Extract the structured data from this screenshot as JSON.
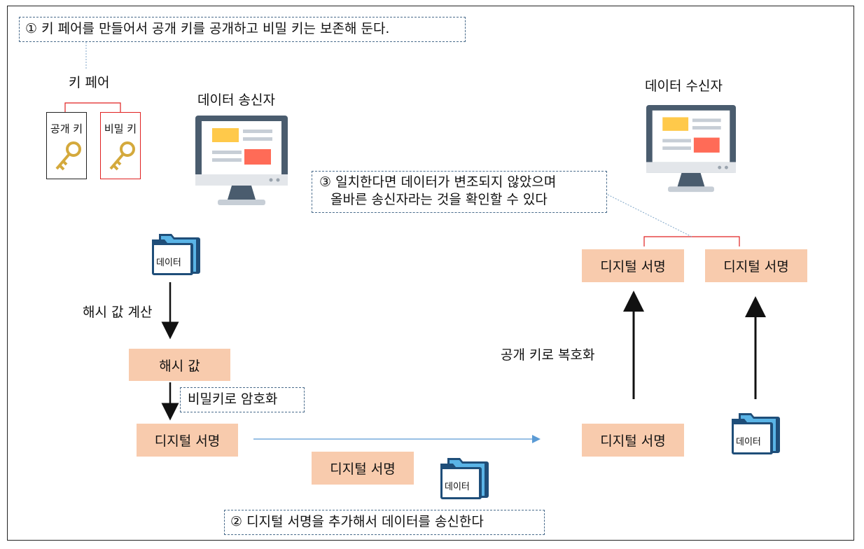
{
  "notes": {
    "step1": "① 키 페어를 만들어서 공개 키를 공개하고 비밀 키는 보존해 둔다.",
    "step2": "② 디지털 서명을 추가해서 데이터를 송신한다",
    "step3_line1": "③ 일치한다면 데이터가 변조되지 않았으며",
    "step3_line2": "올바른 송신자라는 것을 확인할 수 있다",
    "encrypt": "비밀키로 암호화"
  },
  "keypair": {
    "title": "키 페어",
    "public_key": "공개 키",
    "private_key": "비밀 키"
  },
  "sender": {
    "title": "데이터 송신자"
  },
  "receiver": {
    "title": "데이터 수신자"
  },
  "flow": {
    "data": "데이터",
    "hash_calc": "해시 값 계산",
    "hash_value": "해시 값",
    "digital_signature": "디지털 서명",
    "public_decrypt": "공개 키로 복호화"
  },
  "colors": {
    "peach": "#f8cbad",
    "note_border": "#4a6c8c",
    "key_gold": "#d4a93c",
    "private_red": "#e02020"
  }
}
